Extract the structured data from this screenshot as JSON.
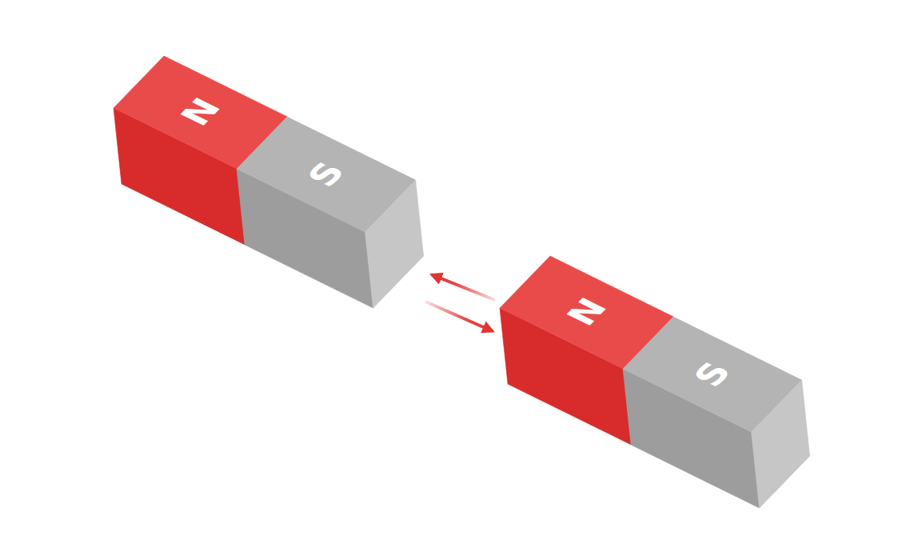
{
  "diagram": {
    "nodes": [
      {
        "text": [
          "N"
        ]
      },
      {
        "text": [
          "S"
        ]
      },
      {
        "text": [
          "N"
        ]
      },
      {
        "text": [
          "S"
        ]
      }
    ],
    "edges": [
      {
        "from": 2,
        "to": 1,
        "arrow": "to"
      },
      {
        "from": 1,
        "to": 2,
        "arrow": "to"
      }
    ]
  }
}
